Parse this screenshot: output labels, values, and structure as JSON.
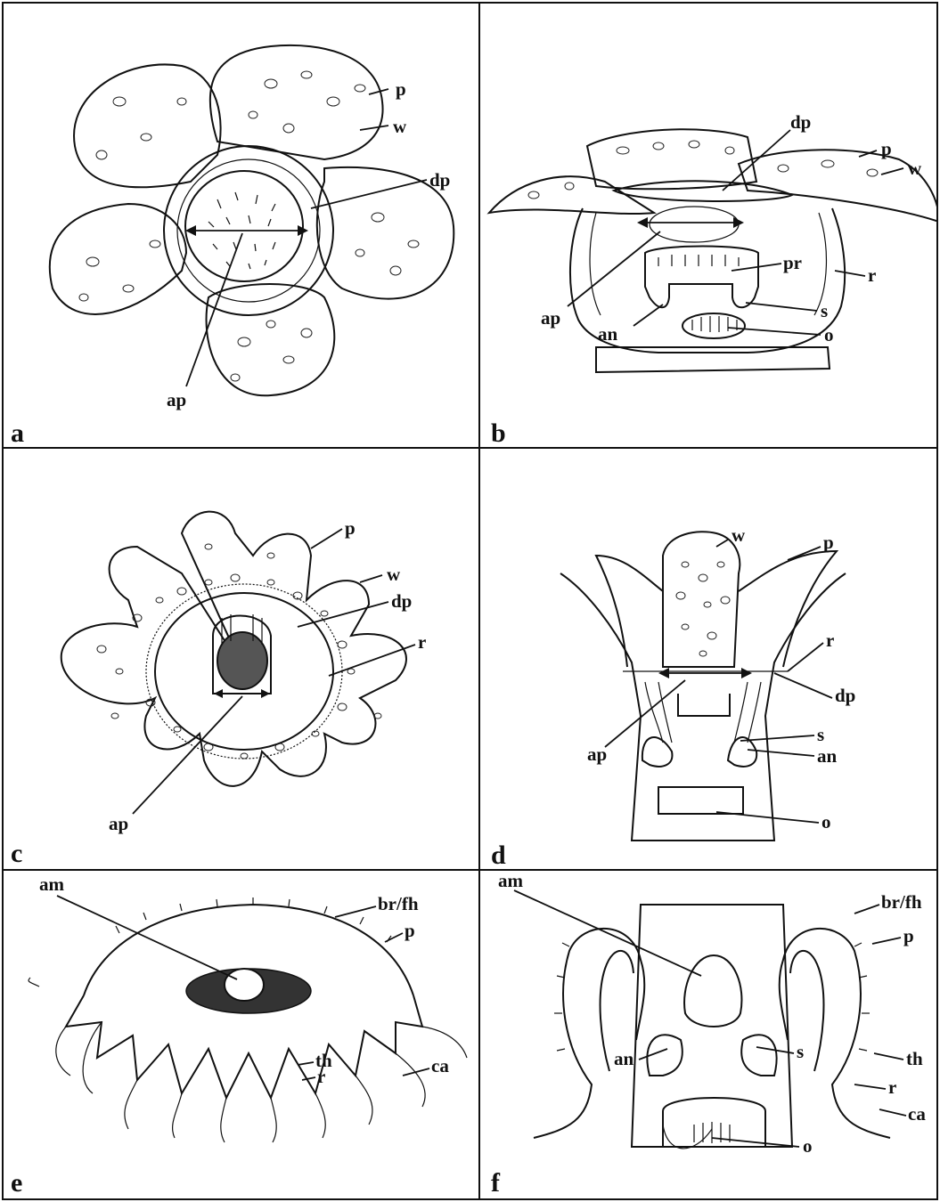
{
  "panels": [
    {
      "id": "a",
      "letter": "a",
      "labels": {
        "p": "p",
        "w": "w",
        "dp": "dp",
        "ap": "ap"
      }
    },
    {
      "id": "b",
      "letter": "b",
      "labels": {
        "dp": "dp",
        "p": "p",
        "w": "w",
        "pr": "pr",
        "r": "r",
        "ap": "ap",
        "s": "s",
        "an": "an",
        "o": "o"
      }
    },
    {
      "id": "c",
      "letter": "c",
      "labels": {
        "p": "p",
        "w": "w",
        "dp": "dp",
        "r": "r",
        "ap": "ap"
      }
    },
    {
      "id": "d",
      "letter": "d",
      "labels": {
        "w": "w",
        "p": "p",
        "r": "r",
        "dp": "dp",
        "ap": "ap",
        "s": "s",
        "an": "an",
        "o": "o"
      }
    },
    {
      "id": "e",
      "letter": "e",
      "labels": {
        "am": "am",
        "brfh": "br/fh",
        "p": "p",
        "th": "th",
        "r": "r",
        "ca": "ca"
      }
    },
    {
      "id": "f",
      "letter": "f",
      "labels": {
        "am": "am",
        "brfh": "br/fh",
        "p": "p",
        "an": "an",
        "s": "s",
        "th": "th",
        "r": "r",
        "ca": "ca",
        "o": "o"
      }
    }
  ]
}
